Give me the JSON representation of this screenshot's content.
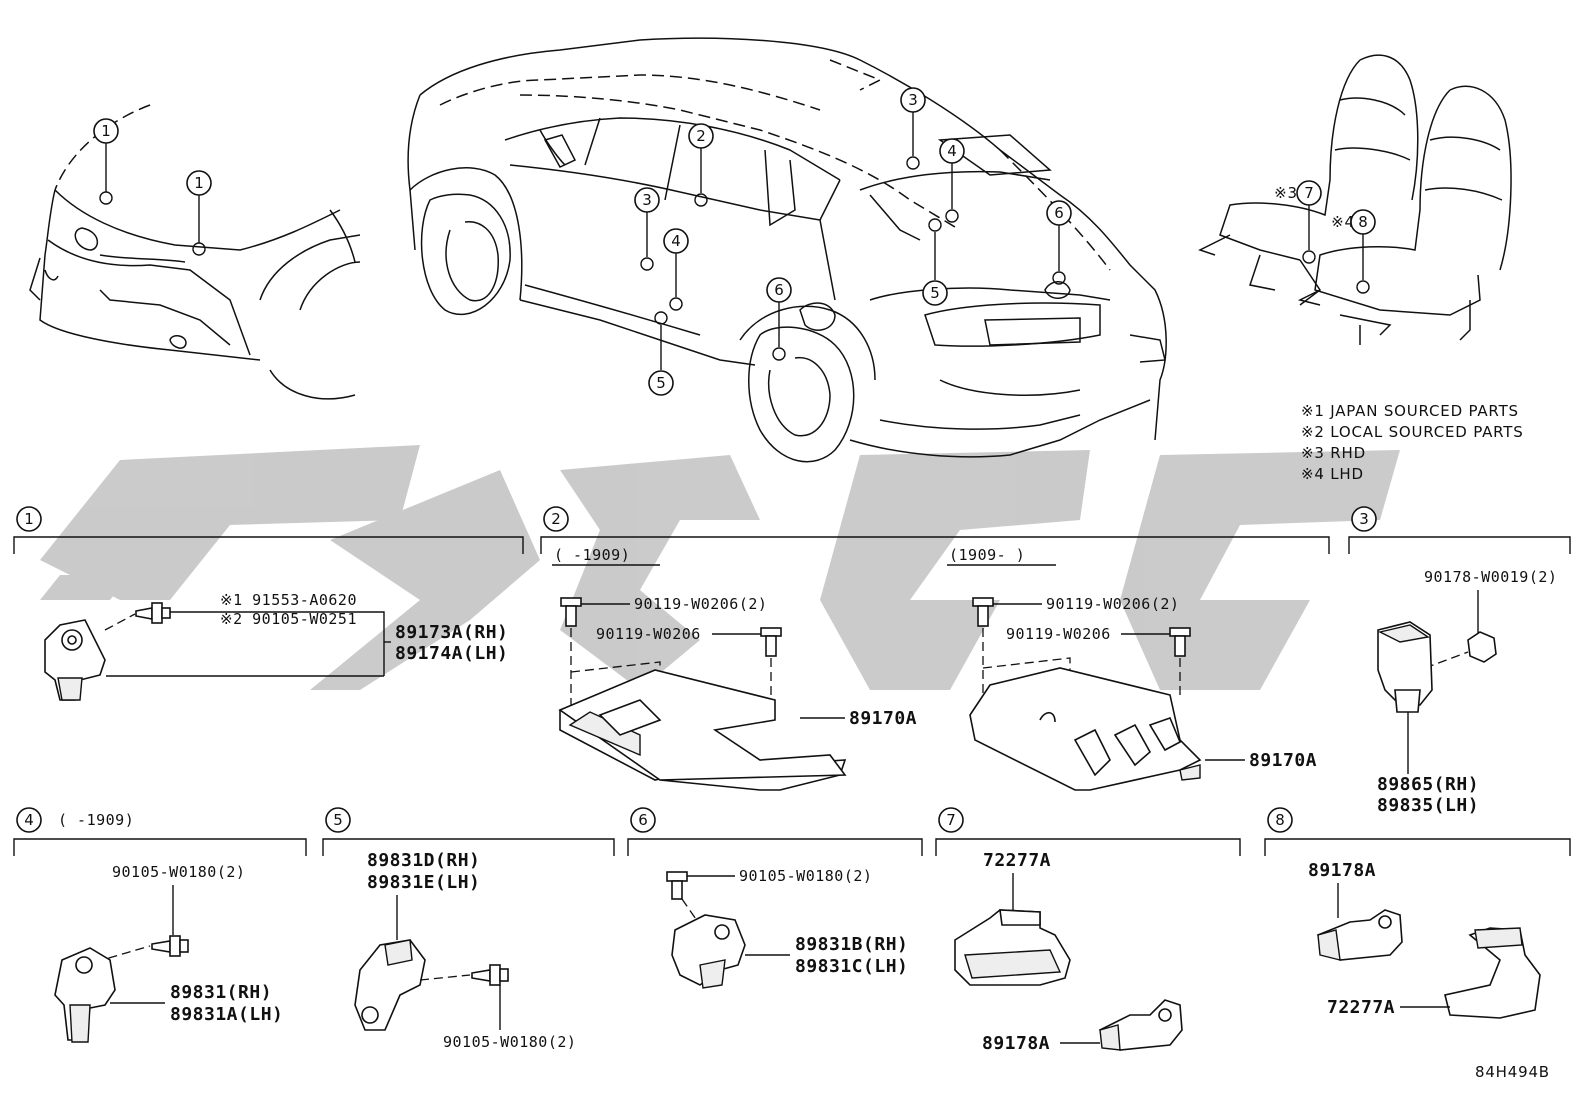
{
  "notes": [
    "※1 JAPAN SOURCED PARTS",
    "※2 LOCAL SOURCED PARTS",
    "※3 RHD",
    "※4 LHD"
  ],
  "diagram_code": "84H494B",
  "callout_numbers": [
    "1",
    "2",
    "3",
    "4",
    "5",
    "6",
    "7",
    "8"
  ],
  "overview_marks": {
    "seat_rhd": "※3",
    "seat_lhd": "※4"
  },
  "sections": {
    "s1": {
      "number": "1",
      "bolt_japan": "※1 91553-A0620",
      "bolt_local": "※2 90105-W0251",
      "sensor_rh": "89173A(RH)",
      "sensor_lh": "89174A(LH)"
    },
    "s2": {
      "number": "2",
      "left_range": "(    -1909)",
      "right_range": "(1909-    )",
      "left_bolt_a": "90119-W0206(2)",
      "left_bolt_b": "90119-W0206",
      "left_unit": "89170A",
      "right_bolt_a": "90119-W0206(2)",
      "right_bolt_b": "90119-W0206",
      "right_unit": "89170A"
    },
    "s3": {
      "number": "3",
      "nut": "90178-W0019(2)",
      "sensor_rh": "89865(RH)",
      "sensor_lh": "89835(LH)"
    },
    "s4": {
      "number": "4",
      "range": "(    -1909)",
      "bolt": "90105-W0180(2)",
      "sensor_rh": "89831(RH)",
      "sensor_lh": "89831A(LH)"
    },
    "s5": {
      "number": "5",
      "sensor_rh": "89831D(RH)",
      "sensor_lh": "89831E(LH)",
      "bolt": "90105-W0180(2)"
    },
    "s6": {
      "number": "6",
      "bolt": "90105-W0180(2)",
      "sensor_rh": "89831B(RH)",
      "sensor_lh": "89831C(LH)"
    },
    "s7": {
      "number": "7",
      "bracket": "72277A",
      "sensor": "89178A"
    },
    "s8": {
      "number": "8",
      "sensor": "89178A",
      "bracket": "72277A"
    }
  }
}
